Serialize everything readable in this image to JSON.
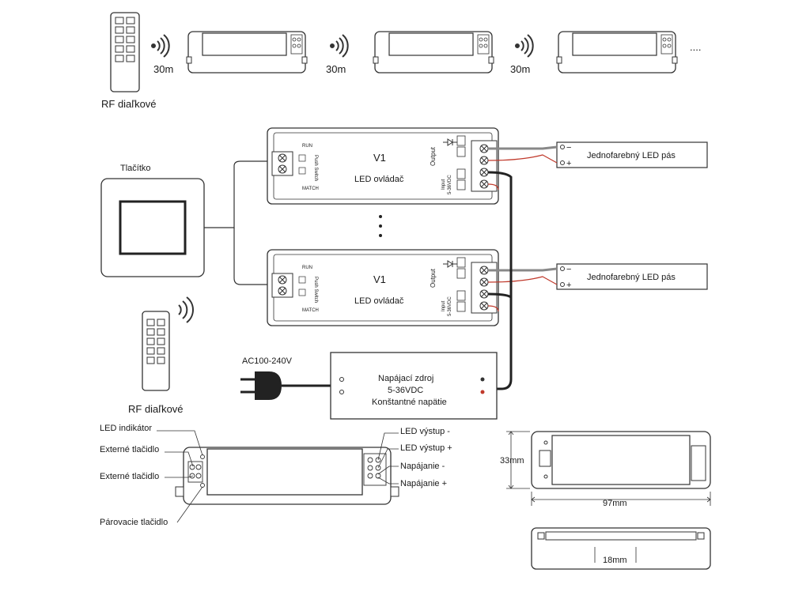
{
  "top_row": {
    "remote_label": "RF diaľkové",
    "distances": [
      "30m",
      "30m",
      "30m"
    ],
    "continuation": "...."
  },
  "switch_label": "Tlačítko",
  "controllers": [
    {
      "name": "V1",
      "subtitle": "LED ovládač",
      "run": "RUN",
      "match": "MATCH",
      "push_switch": "Push Switch",
      "output": "Output",
      "input": "Input",
      "input_voltage": "5-36VDC"
    },
    {
      "name": "V1",
      "subtitle": "LED ovládač",
      "run": "RUN",
      "match": "MATCH",
      "push_switch": "Push Switch",
      "output": "Output",
      "input": "Input",
      "input_voltage": "5-36VDC"
    }
  ],
  "vertical_dots": "⋮",
  "led_strips": [
    "Jednofarebný LED pás",
    "Jednofarebný LED pás"
  ],
  "terminal_signs": {
    "minus": "−",
    "plus": "+"
  },
  "second_remote_label": "RF diaľkové",
  "mains": "AC100-240V",
  "psu": {
    "line1": "Napájací zdroj",
    "line2": "5-36VDC",
    "line3": "Konštantné napätie"
  },
  "callouts_left": [
    "LED indikátor",
    "Externé tlačidlo",
    "Externé tlačidlo",
    "Párovacie tlačidlo"
  ],
  "callouts_right": [
    "LED výstup -",
    "LED výstup +",
    "Napájanie -",
    "Napájanie +"
  ],
  "dimensions": {
    "height": "33mm",
    "width": "97mm",
    "depth": "18mm"
  }
}
